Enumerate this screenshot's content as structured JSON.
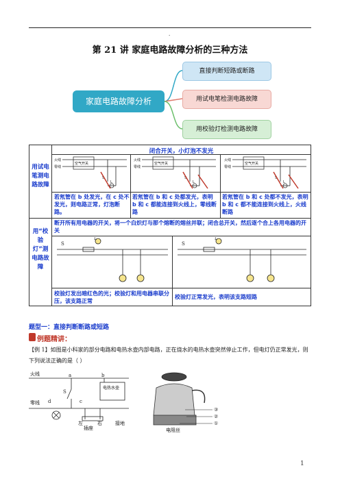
{
  "header": {
    "mark": "."
  },
  "title": "第 21 讲  家庭电路故障分析的三种方法",
  "mindmap": {
    "main": "家庭电路故障分析",
    "branches": [
      "直接判断短路或断路",
      "用试电笔检测电路故障",
      "用校验灯检测电路故障"
    ]
  },
  "table": {
    "row1_label": "用试电笔测电路故障",
    "row1_header": "闭合开关，小灯泡不发光",
    "diagram_labels": {
      "fire": "火线",
      "zero": "零线",
      "switch": "空气开关",
      "S": "S",
      "L": "L"
    },
    "cases": [
      "若氖管在 b 处发光，在 c 处不发光，则电路正常，灯泡断路。",
      "若氖管在 b 和 c 处都发光，表明 b 和 c 都能连接到火线上，零线断路",
      "若氖管在 b 和 c 处都不发光，表明 b 和 c 都不能连接到火线上，火线断路"
    ],
    "row2_label": "用“校验灯”测电路故障",
    "row2_header": "断开所有用电器的开关，将一个白炽灯与那个熔断的熔丝并联；闭合总开关，然后逐个合上各用电器的开关",
    "results": [
      "校验灯发出暗红色的光；校验灯和用电器串联分压，该支路正常",
      "校验灯正常发光，表明该支路短路"
    ]
  },
  "section": {
    "title": "题型一：直接判断断路或短路",
    "example_label": "例题精讲：",
    "example_text": "【例 1】如图是小科家的部分电路和电热水壶内部电路，正在烧水的电热水壶突然停止工作，但电灯仍正常发光，则下列说法正确的是（      ）"
  },
  "figure": {
    "fire": "火线",
    "zero": "零线",
    "a": "a",
    "b": "b",
    "c": "c",
    "d": "d",
    "S": "S",
    "kettle": "电热水壶",
    "left": "左",
    "right": "右",
    "socket": "插座",
    "ground": "接地",
    "resistor": "电阻丝",
    "n3": "③",
    "n2": "②",
    "n1": "①"
  },
  "page_number": "1"
}
